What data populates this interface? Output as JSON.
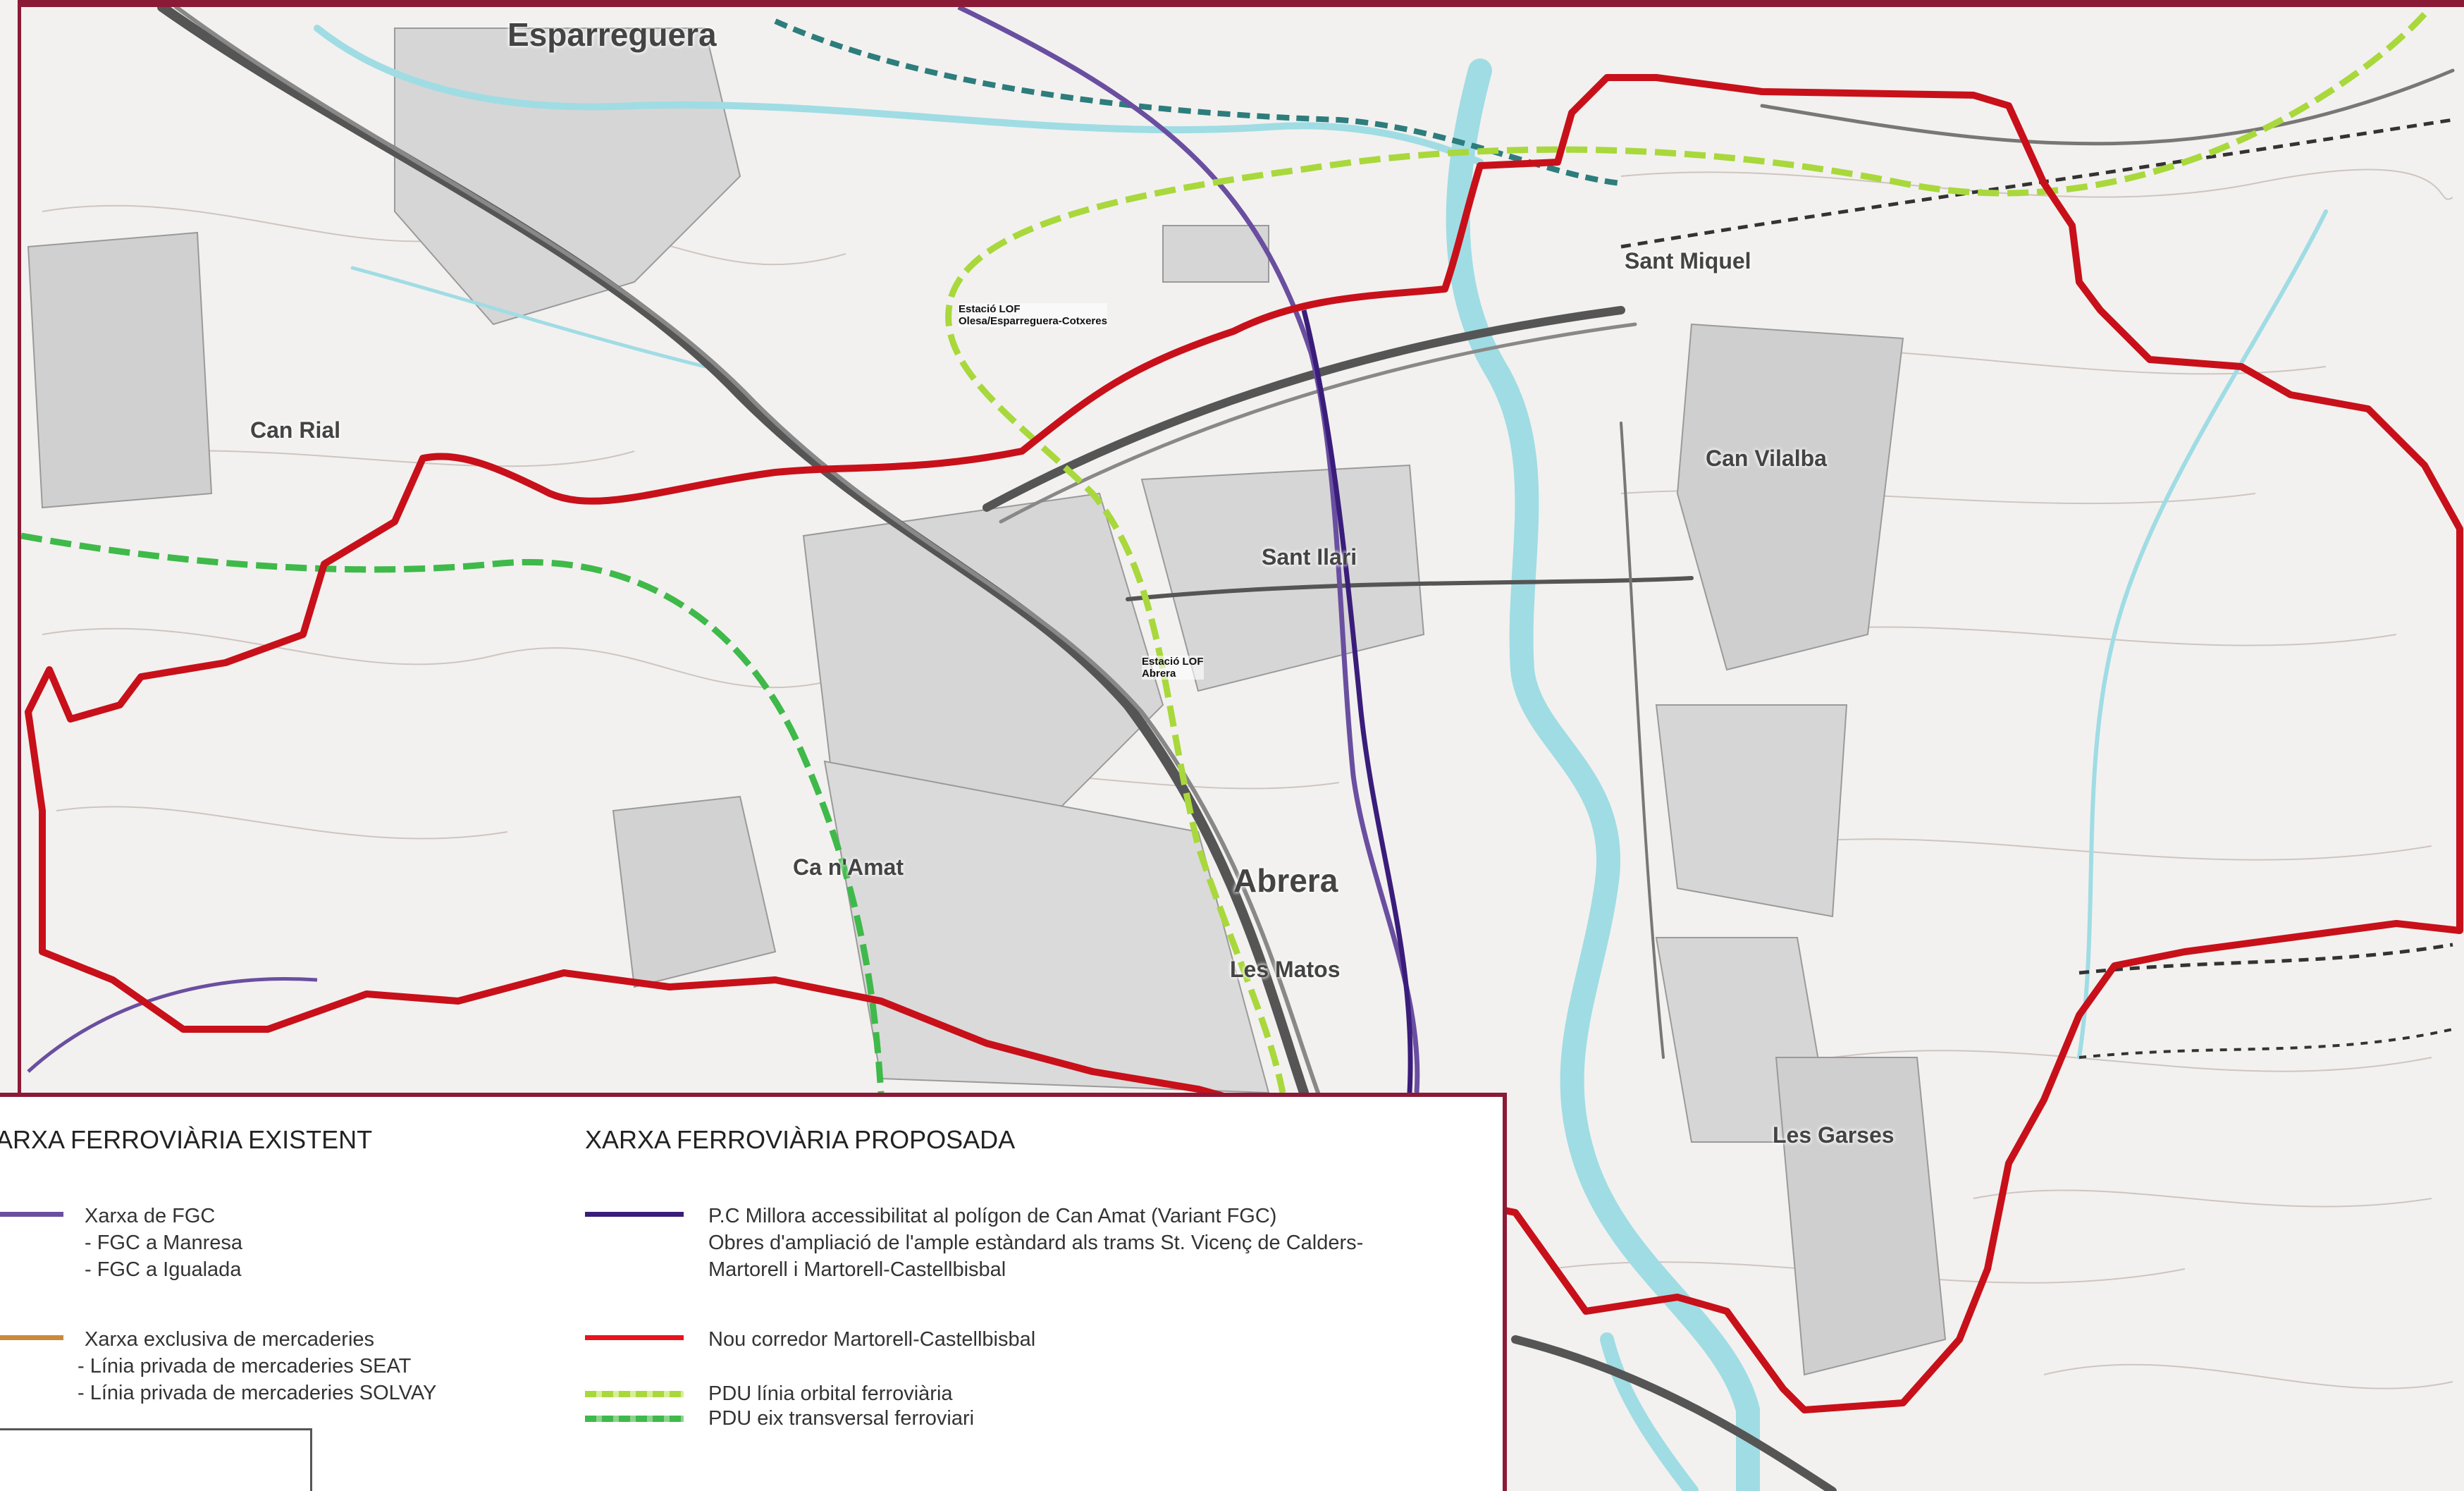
{
  "places": [
    {
      "name": "Esparreguera",
      "size": "big",
      "pos": "top-left"
    },
    {
      "name": "Can Rial",
      "size": "small"
    },
    {
      "name": "Sant Miquel",
      "size": "small"
    },
    {
      "name": "Can Vilalba",
      "size": "small"
    },
    {
      "name": "Sant Ilari",
      "size": "small"
    },
    {
      "name": "Abrera",
      "size": "big"
    },
    {
      "name": "Ca n'Amat",
      "size": "small"
    },
    {
      "name": "Les Matos",
      "size": "small"
    },
    {
      "name": "Les Garses",
      "size": "small"
    }
  ],
  "stations": [
    {
      "line1": "Estació LOF",
      "line2": "Olesa/Esparreguera-Cotxeres"
    },
    {
      "line1": "Estació LOF",
      "line2": "Abrera"
    }
  ],
  "colors": {
    "frame": "#8a1a36",
    "corridor": "#c8101a",
    "fgc": "#6a4ea0",
    "fgc_proposed": "#3a1d7a",
    "freight": "#c98a3a",
    "orbital": "#a8d83c",
    "transversal": "#3fb94a",
    "river": "#9fdce4",
    "road": "#555555"
  },
  "legend": {
    "existing": {
      "title": "XARXA FERROVIÀRIA EXISTENT",
      "fgc": {
        "label": "Xarxa de FGC",
        "sub": [
          "- FGC a Manresa",
          "- FGC a Igualada"
        ]
      },
      "freight": {
        "label": "Xarxa exclusiva de mercaderies",
        "sub": [
          "- Línia privada de mercaderies SEAT",
          "- Línia privada de mercaderies SOLVAY"
        ]
      }
    },
    "proposed": {
      "title": "XARXA FERROVIÀRIA PROPOSADA",
      "pc": {
        "lines": [
          "P.C Millora accessibilitat al polígon de Can Amat (Variant FGC)",
          "Obres d'ampliació de l'ample estàndard als trams St. Vicenç de Calders-",
          "Martorell i Martorell-Castellbisbal"
        ]
      },
      "corridor": "Nou corredor Martorell-Castellbisbal",
      "orbital": "PDU línia orbital ferroviària",
      "transversal": "PDU eix transversal ferroviari"
    }
  }
}
